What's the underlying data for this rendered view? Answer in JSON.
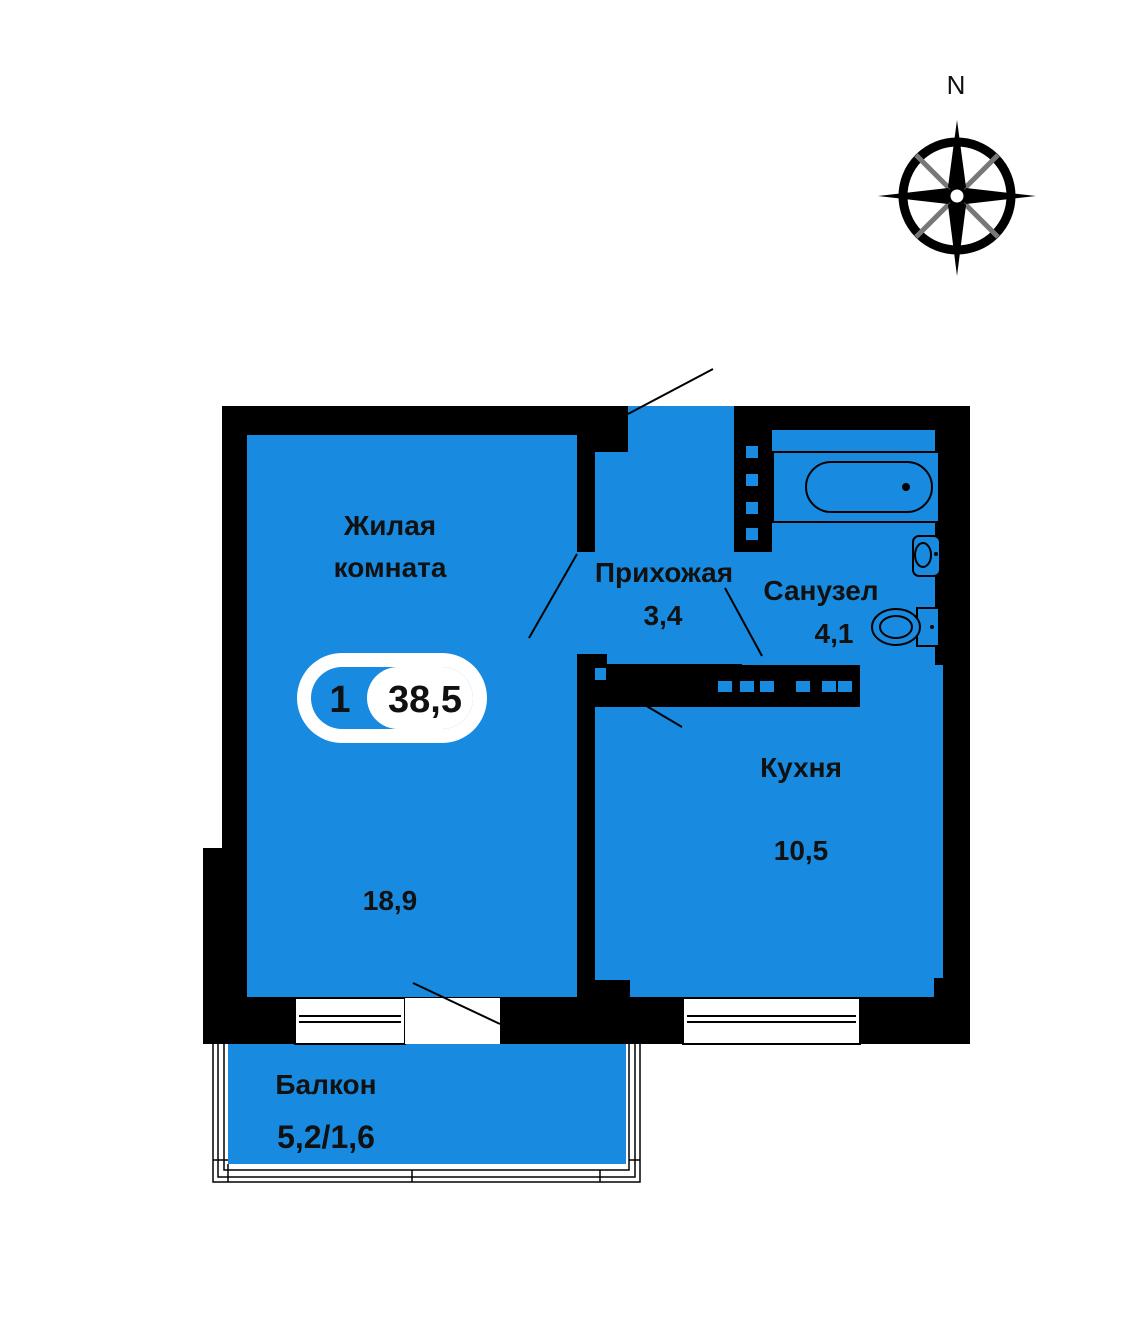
{
  "colors": {
    "room_fill": "#188be0",
    "wall": "#000000",
    "background": "#ffffff",
    "text": "#111111"
  },
  "compass": {
    "north_label": "N",
    "icon": "compass-rose-icon"
  },
  "apartment": {
    "rooms_count": "1",
    "total_area": "38,5"
  },
  "rooms": {
    "living_room": {
      "name_line1": "Жилая",
      "name_line2": "комната",
      "area": "18,9"
    },
    "hallway": {
      "name": "Прихожая",
      "area": "3,4"
    },
    "bathroom": {
      "name": "Санузел",
      "area": "4,1"
    },
    "kitchen": {
      "name": "Кухня",
      "area": "10,5"
    },
    "balcony": {
      "name": "Балкон",
      "area": "5,2/1,6"
    }
  }
}
